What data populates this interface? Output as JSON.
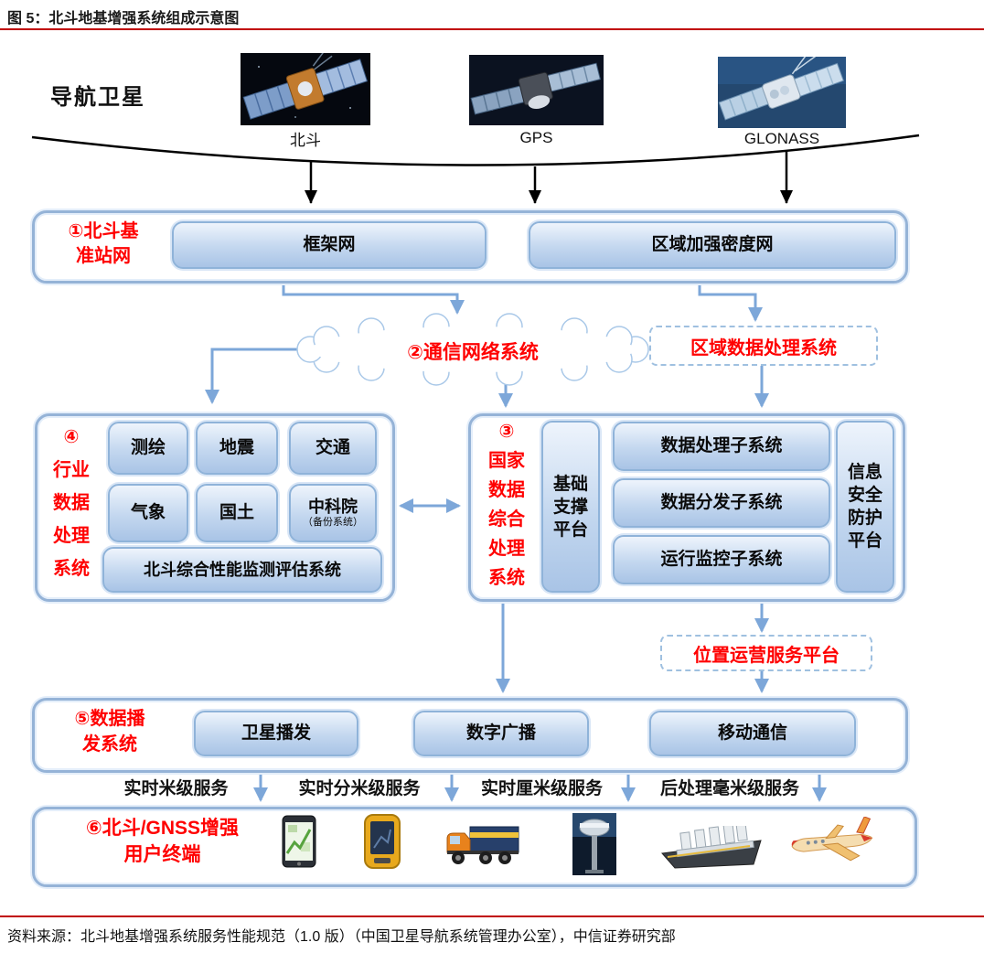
{
  "title": "图 5：北斗地基增强系统组成示意图",
  "footer": {
    "source": "资料来源：北斗地基增强系统服务性能规范（1.0 版）（中国卫星导航系统管理办公室），中信证券研究部"
  },
  "nav_satellites": {
    "label": "导航卫星",
    "items": [
      {
        "name": "北斗"
      },
      {
        "name": "GPS"
      },
      {
        "name": "GLONASS"
      }
    ]
  },
  "c1": {
    "lines": [
      "①北斗基",
      "准站网"
    ],
    "frame_net": "框架网",
    "regional_net": "区域加强密度网"
  },
  "cloud": {
    "label": "②通信网络系统"
  },
  "regional_dps": {
    "label": "区域数据处理系统"
  },
  "c4": {
    "lines": [
      "④",
      "行业",
      "数据",
      "处理",
      "系统"
    ],
    "boxes_row1": [
      "测绘",
      "地震",
      "交通"
    ],
    "boxes_row2": [
      "气象",
      "国土"
    ],
    "cas": {
      "main": "中科院",
      "sub": "（备份系统）"
    },
    "monitor": "北斗综合性能监测评估系统"
  },
  "c3": {
    "lines": [
      "③",
      "国家",
      "数据",
      "综合",
      "处理",
      "系统"
    ],
    "base_platform": [
      "基础",
      "支撑",
      "平台"
    ],
    "subsystems": [
      "数据处理子系统",
      "数据分发子系统",
      "运行监控子系统"
    ],
    "security_platform": [
      "信息",
      "安全",
      "防护",
      "平台"
    ]
  },
  "location_platform": {
    "label": "位置运营服务平台"
  },
  "c5": {
    "lines": [
      "⑤数据播",
      "发系统"
    ],
    "channels": [
      "卫星播发",
      "数字广播",
      "移动通信"
    ]
  },
  "services": [
    "实时米级服务",
    "实时分米级服务",
    "实时厘米级服务",
    "后处理毫米级服务"
  ],
  "c6": {
    "lines": [
      "⑥北斗/GNSS增强",
      "用户终端"
    ],
    "icons": [
      "smartphone",
      "handheld-gps",
      "truck",
      "gnss-antenna",
      "ship",
      "airplane"
    ]
  },
  "colors": {
    "accent_red": "#ff0000",
    "rule_red": "#c00000",
    "connector_blue": "#7da7d9",
    "border_blue": "#95b3d7"
  }
}
